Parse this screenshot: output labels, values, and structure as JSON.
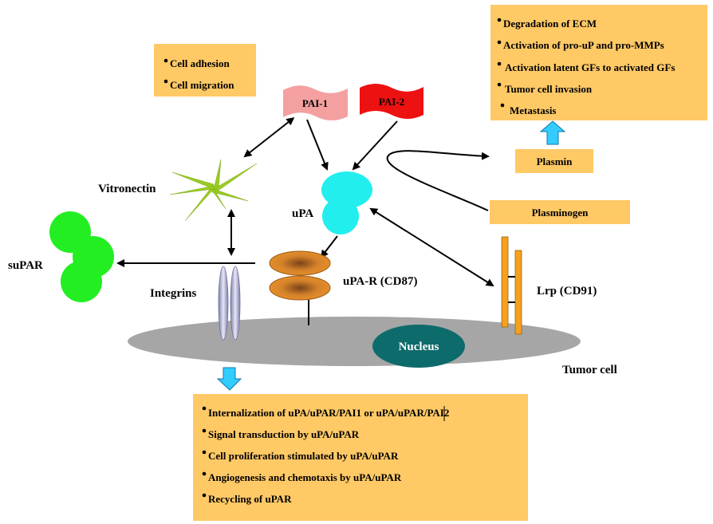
{
  "top_right_box": {
    "items": [
      "Degradation of ECM",
      "Activation of pro-uP and pro-MMPs",
      "Activation latent GFs to activated GFs",
      "Tumor cell invasion",
      "Metastasis"
    ]
  },
  "top_left_box": {
    "items": [
      "Cell adhesion",
      "Cell migration"
    ]
  },
  "bottom_box": {
    "items": [
      "Internalization of uPA/uPAR/PAI1 or uPA/uPAR/PAI2",
      "Signal transduction by uPA/uPAR",
      "Cell proliferation stimulated by uPA/uPAR",
      "Angiogenesis and chemotaxis by uPA/uPAR",
      "Recycling of uPAR"
    ]
  },
  "flags": {
    "pai1": "PAI-1",
    "pai2": "PAI-2"
  },
  "boxes": {
    "plasmin": "Plasmin",
    "plasminogen": "Plasminogen"
  },
  "labels": {
    "vitronectin": "Vitronectin",
    "upa": "uPA",
    "supar": "suPAR",
    "integrins": "Integrins",
    "upar": "uPA-R (CD87)",
    "lrp": "Lrp (CD91)",
    "nucleus": "Nucleus",
    "tumor_cell": "Tumor cell"
  },
  "colors": {
    "box_fill": "#FFC966",
    "pai1_fill": "#F4A0A0",
    "pai2_fill": "#EE1111",
    "upa_fill": "#22EEEE",
    "supar_fill": "#22EE22",
    "upar_fill": "#E8902A",
    "lrp_fill": "#F5A020",
    "cell_fill": "#A6A6A6",
    "nucleus_fill": "#0E6B6B",
    "vitronectin_fill": "#99CC22",
    "up_arrow_fill": "#33CCFF"
  }
}
